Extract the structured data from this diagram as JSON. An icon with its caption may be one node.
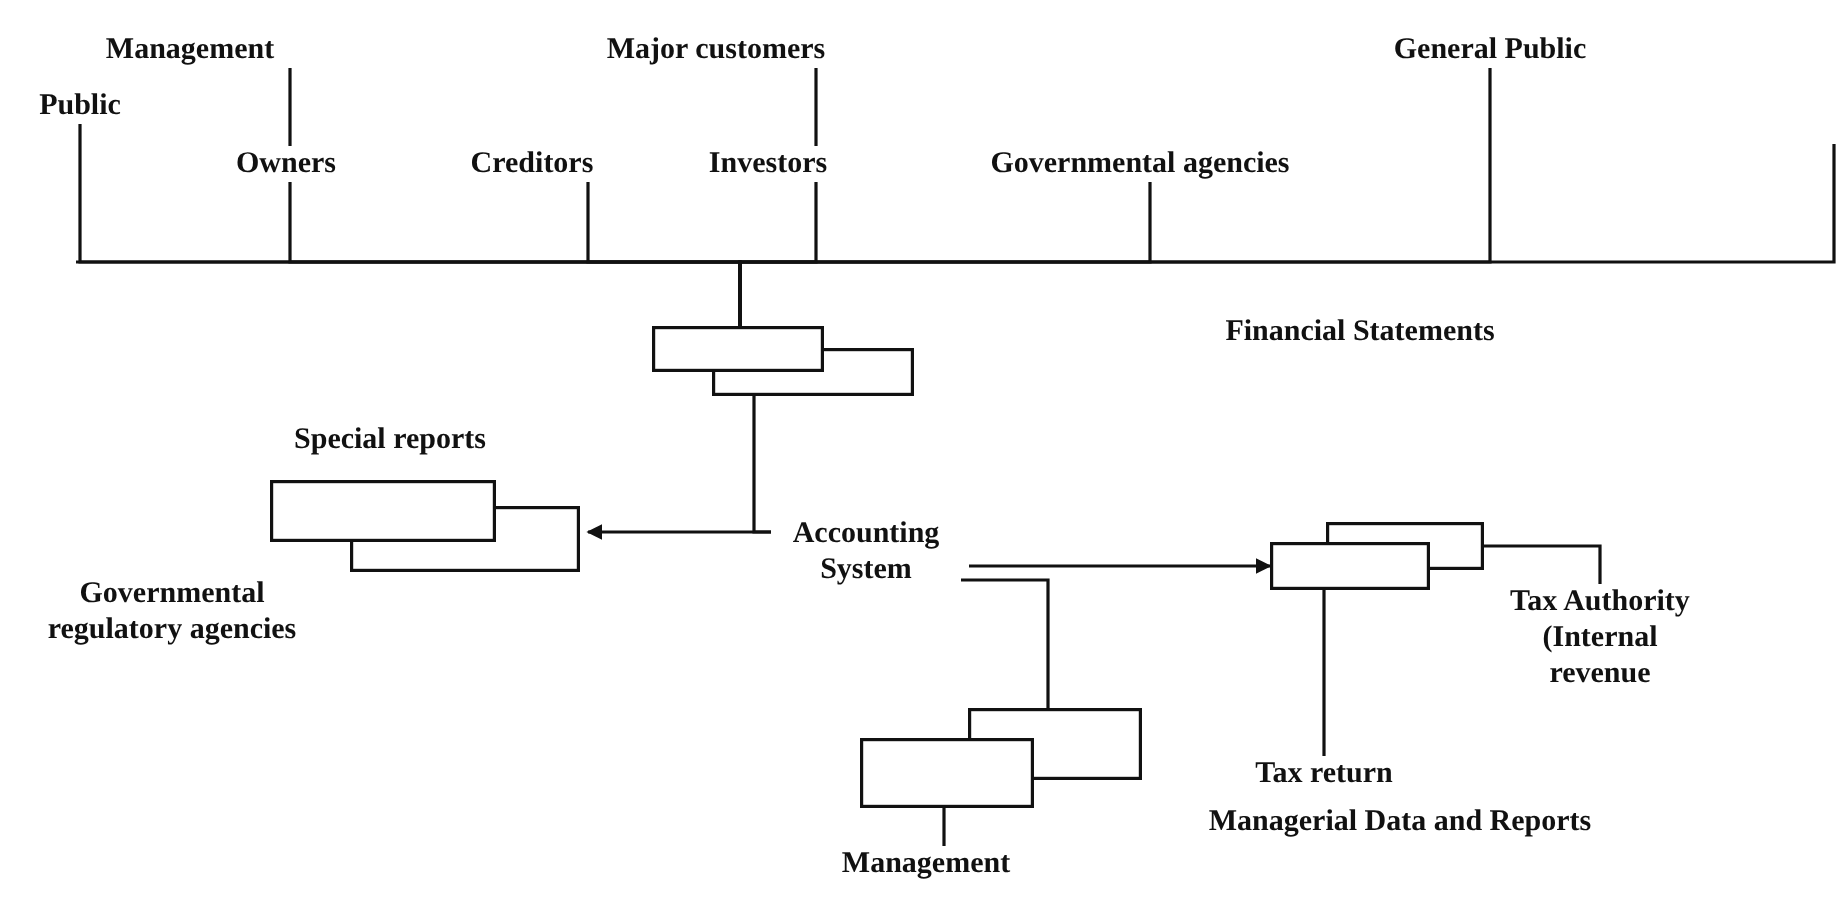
{
  "diagram": {
    "nodes": [
      {
        "text": [
          "Public"
        ]
      },
      {
        "text": [
          "Management"
        ]
      },
      {
        "text": [
          "Owners"
        ]
      },
      {
        "text": [
          "Creditors"
        ]
      },
      {
        "text": [
          "Investors"
        ]
      },
      {
        "text": [
          "Major customers"
        ]
      },
      {
        "text": [
          "Governmental agencies"
        ]
      },
      {
        "text": [
          "General Public"
        ]
      },
      {
        "text": [],
        "shape": "box"
      },
      {
        "text": [],
        "shape": "box"
      },
      {
        "text": [
          "Accounting System"
        ]
      },
      {
        "text": [],
        "shape": "box"
      },
      {
        "text": [
          "Tax Authority (Internal revenue"
        ]
      },
      {
        "text": [
          "Tax return"
        ]
      },
      {
        "text": [],
        "shape": "box"
      },
      {
        "text": [
          "Management"
        ]
      }
    ],
    "edges": [
      {
        "from": 8,
        "to": 0,
        "arrow": "none"
      },
      {
        "from": 8,
        "to": 2,
        "arrow": "none"
      },
      {
        "from": 8,
        "to": 3,
        "arrow": "none"
      },
      {
        "from": 8,
        "to": 4,
        "arrow": "none"
      },
      {
        "from": 8,
        "to": 6,
        "arrow": "none"
      },
      {
        "from": 8,
        "to": 7,
        "arrow": "none"
      },
      {
        "from": 1,
        "to": 2,
        "arrow": "none"
      },
      {
        "from": 5,
        "to": 4,
        "arrow": "none"
      },
      {
        "from": 10,
        "to": 8,
        "arrow": "none"
      },
      {
        "from": 10,
        "to": 9,
        "arrow": "to"
      },
      {
        "from": 10,
        "to": 11,
        "arrow": "to"
      },
      {
        "from": 11,
        "to": 12,
        "arrow": "none"
      },
      {
        "from": 11,
        "to": 13,
        "arrow": "none"
      },
      {
        "from": 10,
        "to": 14,
        "arrow": "none"
      },
      {
        "from": 14,
        "to": 15,
        "arrow": "none"
      }
    ],
    "labels": [
      "Financial Statements",
      "Special reports",
      "Governmental regulatory agencies",
      "Managerial Data and Reports"
    ]
  }
}
